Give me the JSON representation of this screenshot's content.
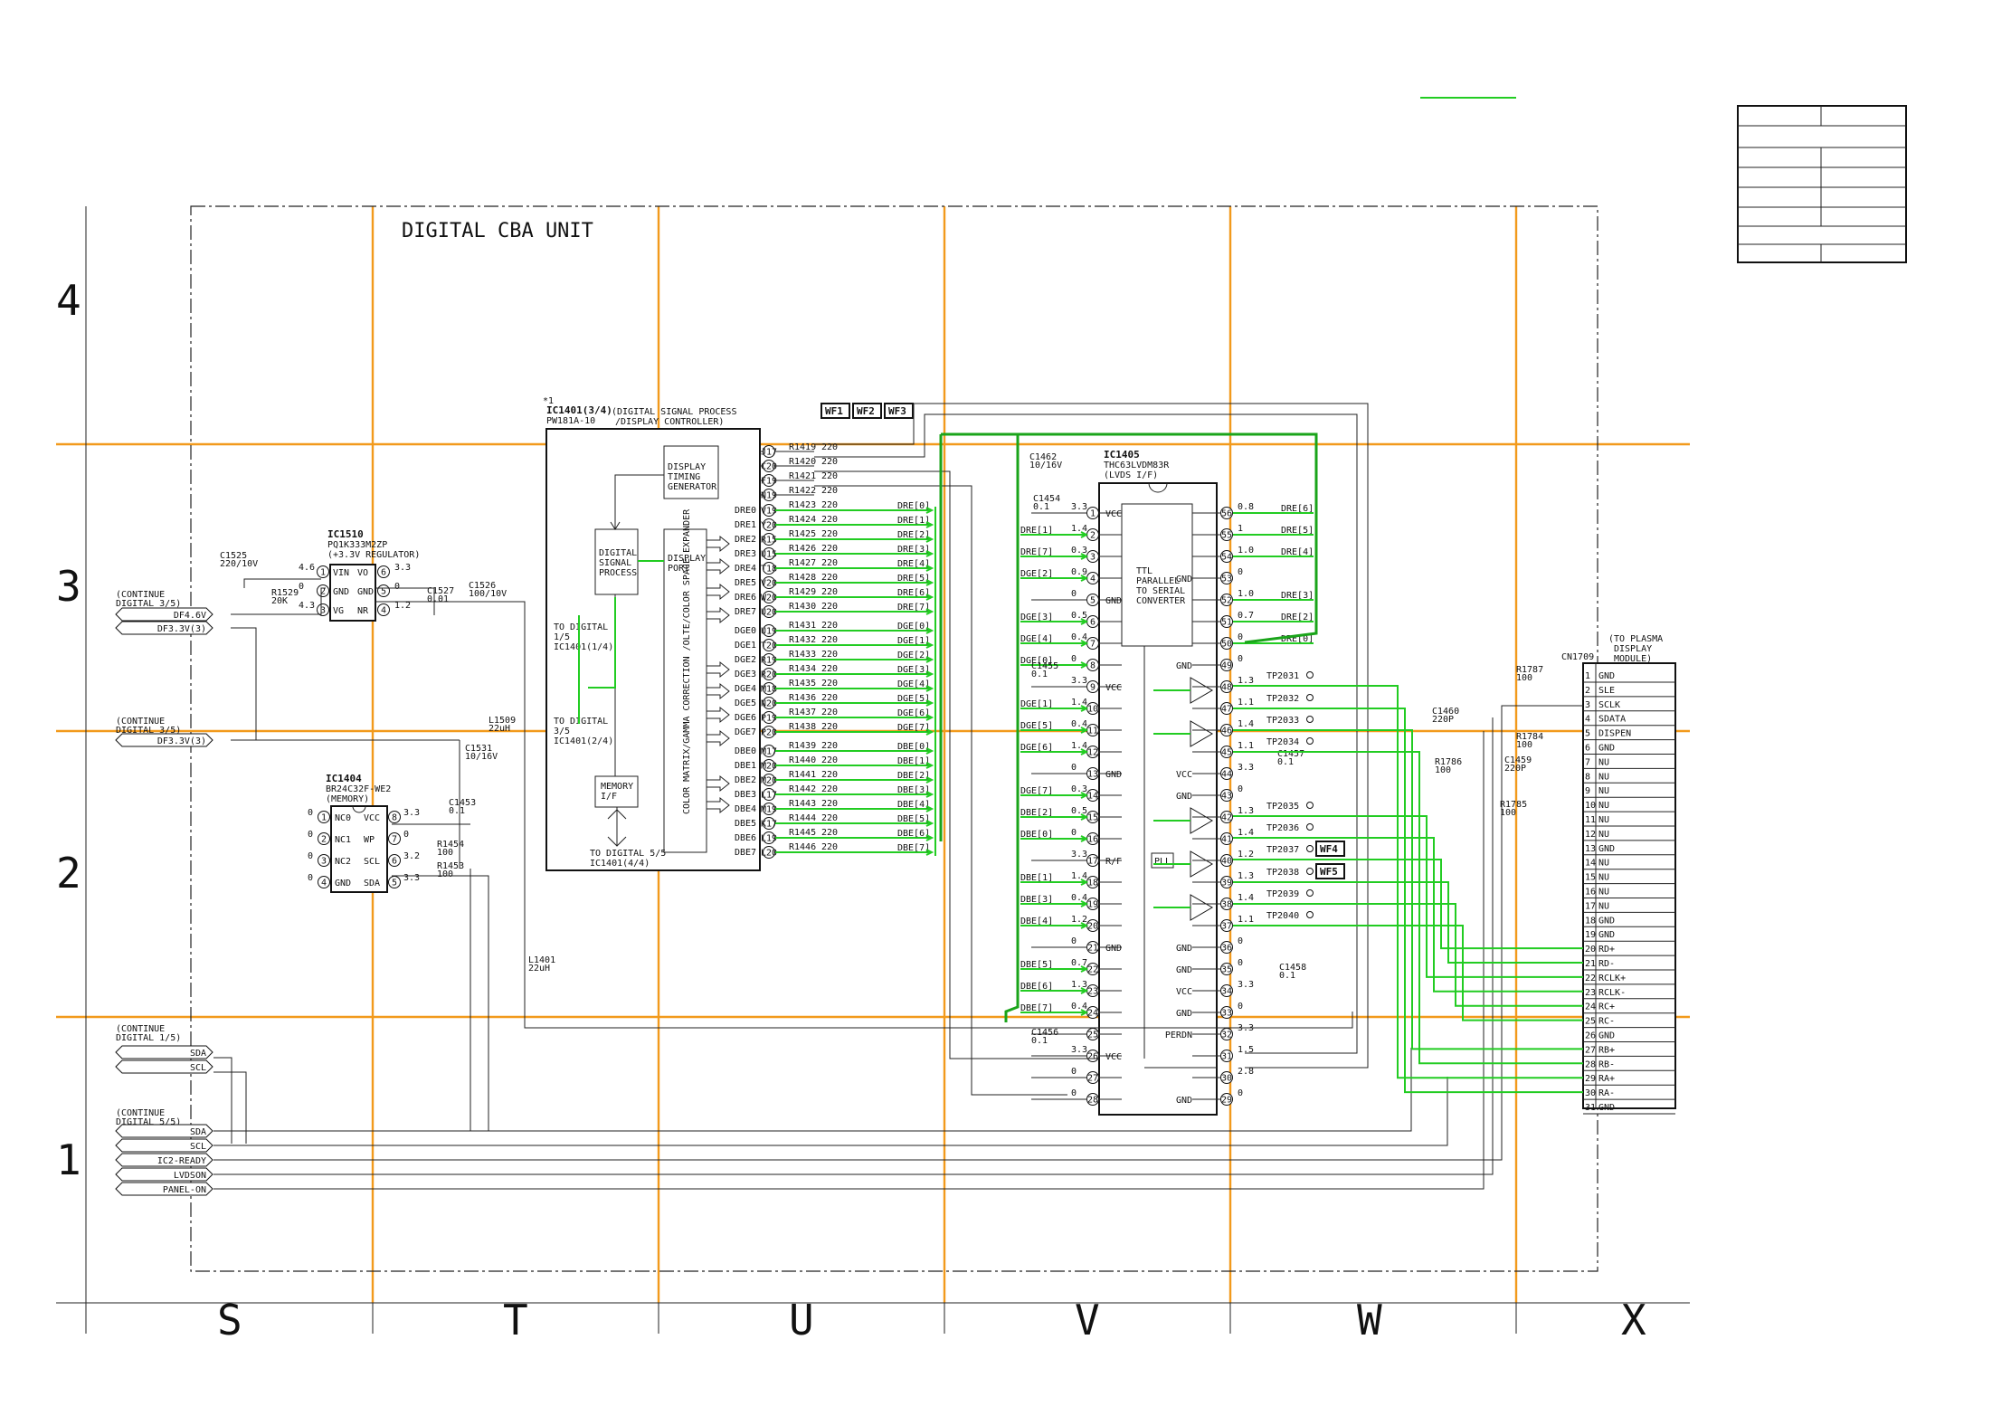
{
  "title": "DIGITAL CBA UNIT",
  "grid": {
    "rows": [
      "4",
      "3",
      "2",
      "1"
    ],
    "cols": [
      "S",
      "T",
      "U",
      "V",
      "W",
      "X"
    ]
  },
  "ic1510": {
    "ref": "IC1510",
    "part": "PQ1K333M2ZP",
    "func": "(+3.3V REGULATOR)",
    "pins": [
      {
        "n": "1",
        "name": "VIN",
        "v": "4.6"
      },
      {
        "n": "2",
        "name": "GND",
        "v": "0"
      },
      {
        "n": "3",
        "name": "VG",
        "v": "4.3"
      },
      {
        "n": "6",
        "name": "VO",
        "v": "3.3"
      },
      {
        "n": "5",
        "name": "GND",
        "v": "0"
      },
      {
        "n": "4",
        "name": "NR",
        "v": "1.2"
      }
    ]
  },
  "ic1404": {
    "ref": "IC1404",
    "part": "BR24C32F-WE2",
    "func": "(MEMORY)",
    "pins": [
      {
        "n": "1",
        "name": "NC0",
        "v": "0"
      },
      {
        "n": "2",
        "name": "NC1",
        "v": "0"
      },
      {
        "n": "3",
        "name": "NC2",
        "v": "0"
      },
      {
        "n": "4",
        "name": "GND",
        "v": "0"
      },
      {
        "n": "8",
        "name": "VCC",
        "v": "3.3"
      },
      {
        "n": "7",
        "name": "WP",
        "v": "0"
      },
      {
        "n": "6",
        "name": "SCL",
        "v": "3.2"
      },
      {
        "n": "5",
        "name": "SDA",
        "v": "3.3"
      }
    ]
  },
  "ic1401": {
    "ref": "IC1401(3/4)",
    "part": "PW181A-10",
    "func1": "(DIGITAL SIGNAL PROCESS",
    "func2": "/DISPLAY CONTROLLER)",
    "note": "*1",
    "blocks": {
      "dtg": [
        "DISPLAY",
        "TIMING",
        "GENERATOR"
      ],
      "dsp": [
        "DIGITAL",
        "SIGNAL",
        "PROCESS"
      ],
      "port": [
        "DISPLAY",
        "PORT"
      ],
      "mem": [
        "MEMORY",
        "I/F"
      ],
      "cm": "COLOR MATRIX/GAMMA CORRECTION /OLTE/COLOR SPACE EXPANDER"
    },
    "to1": [
      "TO DIGITAL",
      "1/5",
      "IC1401(1/4)"
    ],
    "to3": [
      "TO DIGITAL",
      "3/5",
      "IC1401(2/4)"
    ],
    "to5": [
      "TO DIGITAL 5/5",
      "IC1401(4/4)"
    ]
  },
  "timing_rows": [
    {
      "pin": "J17",
      "r": "R1419",
      "v": "220"
    },
    {
      "pin": "C20",
      "r": "R1420",
      "v": "220"
    },
    {
      "pin": "F19",
      "r": "R1421",
      "v": "220"
    },
    {
      "pin": "N19",
      "r": "R1422",
      "v": "220"
    }
  ],
  "dre_rows": [
    {
      "pin": "V19",
      "r": "R1423",
      "v": "220",
      "net": "DRE0",
      "out": "DRE[0]"
    },
    {
      "pin": "Y20",
      "r": "R1424",
      "v": "220",
      "net": "DRE1",
      "out": "DRE[1]"
    },
    {
      "pin": "R15",
      "r": "R1425",
      "v": "220",
      "net": "DRE2",
      "out": "DRE[2]"
    },
    {
      "pin": "U15",
      "r": "R1426",
      "v": "220",
      "net": "DRE3",
      "out": "DRE[3]"
    },
    {
      "pin": "T18",
      "r": "R1427",
      "v": "220",
      "net": "DRE4",
      "out": "DRE[4]"
    },
    {
      "pin": "V20",
      "r": "R1428",
      "v": "220",
      "net": "DRE5",
      "out": "DRE[5]"
    },
    {
      "pin": "W20",
      "r": "R1429",
      "v": "220",
      "net": "DRE6",
      "out": "DRE[6]"
    },
    {
      "pin": "U20",
      "r": "R1430",
      "v": "220",
      "net": "DRE7",
      "out": "DRE[7]"
    }
  ],
  "dge_rows": [
    {
      "pin": "U19",
      "r": "R1431",
      "v": "220",
      "net": "DGE0",
      "out": "DGE[0]"
    },
    {
      "pin": "T20",
      "r": "R1432",
      "v": "220",
      "net": "DGE1",
      "out": "DGE[1]"
    },
    {
      "pin": "R19",
      "r": "R1433",
      "v": "220",
      "net": "DGE2",
      "out": "DGE[2]"
    },
    {
      "pin": "R20",
      "r": "R1434",
      "v": "220",
      "net": "DGE3",
      "out": "DGE[3]"
    },
    {
      "pin": "M18",
      "r": "R1435",
      "v": "220",
      "net": "DGE4",
      "out": "DGE[4]"
    },
    {
      "pin": "N20",
      "r": "R1436",
      "v": "220",
      "net": "DGE5",
      "out": "DGE[5]"
    },
    {
      "pin": "P19",
      "r": "R1437",
      "v": "220",
      "net": "DGE6",
      "out": "DGE[6]"
    },
    {
      "pin": "P20",
      "r": "R1438",
      "v": "220",
      "net": "DGE7",
      "out": "DGE[7]"
    }
  ],
  "dbe_rows": [
    {
      "pin": "M17",
      "r": "R1439",
      "v": "220",
      "net": "DBE0",
      "out": "DBE[0]"
    },
    {
      "pin": "M20",
      "r": "R1440",
      "v": "220",
      "net": "DBE1",
      "out": "DBE[1]"
    },
    {
      "pin": "M20",
      "r": "R1441",
      "v": "220",
      "net": "DBE2",
      "out": "DBE[2]"
    },
    {
      "pin": "L17",
      "r": "R1442",
      "v": "220",
      "net": "DBE3",
      "out": "DBE[3]"
    },
    {
      "pin": "M19",
      "r": "R1443",
      "v": "220",
      "net": "DBE4",
      "out": "DBE[4]"
    },
    {
      "pin": "K17",
      "r": "R1444",
      "v": "220",
      "net": "DBE5",
      "out": "DBE[5]"
    },
    {
      "pin": "L19",
      "r": "R1445",
      "v": "220",
      "net": "DBE6",
      "out": "DBE[6]"
    },
    {
      "pin": "L20",
      "r": "R1446",
      "v": "220",
      "net": "DBE7",
      "out": "DBE[7]"
    }
  ],
  "ic1405": {
    "ref": "IC1405",
    "part": "THC63LVDM83R",
    "func": "(LVDS I/F)",
    "core": [
      "TTL",
      "PARALLEL",
      "TO SERIAL",
      "CONVERTER"
    ],
    "pll": "PLL"
  },
  "ic1405_left": [
    {
      "n": "1",
      "name": "VCC",
      "v": "3.3",
      "sig": ""
    },
    {
      "n": "2",
      "name": "",
      "v": "1.4",
      "sig": "DRE[1]"
    },
    {
      "n": "3",
      "name": "",
      "v": "0.3",
      "sig": "DRE[7]"
    },
    {
      "n": "4",
      "name": "",
      "v": "0.9",
      "sig": "DGE[2]"
    },
    {
      "n": "5",
      "name": "GND",
      "v": "0",
      "sig": ""
    },
    {
      "n": "6",
      "name": "",
      "v": "0.5",
      "sig": "DGE[3]"
    },
    {
      "n": "7",
      "name": "",
      "v": "0.4",
      "sig": "DGE[4]"
    },
    {
      "n": "8",
      "name": "",
      "v": "0",
      "sig": "DGE[0]"
    },
    {
      "n": "9",
      "name": "VCC",
      "v": "3.3",
      "sig": ""
    },
    {
      "n": "10",
      "name": "",
      "v": "1.4",
      "sig": "DGE[1]"
    },
    {
      "n": "11",
      "name": "",
      "v": "0.4",
      "sig": "DGE[5]"
    },
    {
      "n": "12",
      "name": "",
      "v": "1.4",
      "sig": "DGE[6]"
    },
    {
      "n": "13",
      "name": "GND",
      "v": "0",
      "sig": ""
    },
    {
      "n": "14",
      "name": "",
      "v": "0.3",
      "sig": "DGE[7]"
    },
    {
      "n": "15",
      "name": "",
      "v": "0.5",
      "sig": "DBE[2]"
    },
    {
      "n": "16",
      "name": "",
      "v": "0",
      "sig": "DBE[0]"
    },
    {
      "n": "17",
      "name": "R/F",
      "v": "3.3",
      "sig": ""
    },
    {
      "n": "18",
      "name": "",
      "v": "1.4",
      "sig": "DBE[1]"
    },
    {
      "n": "19",
      "name": "",
      "v": "0.4",
      "sig": "DBE[3]"
    },
    {
      "n": "20",
      "name": "",
      "v": "1.2",
      "sig": "DBE[4]"
    },
    {
      "n": "21",
      "name": "GND",
      "v": "0",
      "sig": ""
    },
    {
      "n": "22",
      "name": "",
      "v": "0.7",
      "sig": "DBE[5]"
    },
    {
      "n": "23",
      "name": "",
      "v": "1.3",
      "sig": "DBE[6]"
    },
    {
      "n": "24",
      "name": "",
      "v": "0.4",
      "sig": "DBE[7]"
    },
    {
      "n": "25",
      "name": "",
      "v": "",
      "sig": ""
    },
    {
      "n": "26",
      "name": "VCC",
      "v": "3.3",
      "sig": ""
    },
    {
      "n": "27",
      "name": "",
      "v": "0",
      "sig": ""
    },
    {
      "n": "28",
      "name": "",
      "v": "0",
      "sig": ""
    }
  ],
  "ic1405_right": [
    {
      "n": "56",
      "name": "",
      "v": "0.8",
      "sig": "DRE[6]"
    },
    {
      "n": "55",
      "name": "",
      "v": "1",
      "sig": "DRE[5]"
    },
    {
      "n": "54",
      "name": "",
      "v": "1.0",
      "sig": "DRE[4]"
    },
    {
      "n": "53",
      "name": "GND",
      "v": "0",
      "sig": ""
    },
    {
      "n": "52",
      "name": "",
      "v": "1.0",
      "sig": "DRE[3]"
    },
    {
      "n": "51",
      "name": "",
      "v": "0.7",
      "sig": "DRE[2]"
    },
    {
      "n": "50",
      "name": "",
      "v": "0",
      "sig": "DRE[0]"
    },
    {
      "n": "49",
      "name": "GND",
      "v": "0",
      "sig": ""
    },
    {
      "n": "48",
      "name": "",
      "v": "1.3",
      "sig": ""
    },
    {
      "n": "47",
      "name": "",
      "v": "1.1",
      "sig": ""
    },
    {
      "n": "46",
      "name": "",
      "v": "1.4",
      "sig": ""
    },
    {
      "n": "45",
      "name": "",
      "v": "1.1",
      "sig": ""
    },
    {
      "n": "44",
      "name": "VCC",
      "v": "3.3",
      "sig": ""
    },
    {
      "n": "43",
      "name": "GND",
      "v": "0",
      "sig": ""
    },
    {
      "n": "42",
      "name": "",
      "v": "1.3",
      "sig": ""
    },
    {
      "n": "41",
      "name": "",
      "v": "1.4",
      "sig": ""
    },
    {
      "n": "40",
      "name": "",
      "v": "1.2",
      "sig": ""
    },
    {
      "n": "39",
      "name": "",
      "v": "1.3",
      "sig": ""
    },
    {
      "n": "38",
      "name": "",
      "v": "1.4",
      "sig": ""
    },
    {
      "n": "37",
      "name": "",
      "v": "1.1",
      "sig": ""
    },
    {
      "n": "36",
      "name": "GND",
      "v": "0",
      "sig": ""
    },
    {
      "n": "35",
      "name": "GND",
      "v": "0",
      "sig": ""
    },
    {
      "n": "34",
      "name": "VCC",
      "v": "3.3",
      "sig": ""
    },
    {
      "n": "33",
      "name": "GND",
      "v": "0",
      "sig": ""
    },
    {
      "n": "32",
      "name": "PERDN",
      "v": "3.3",
      "sig": ""
    },
    {
      "n": "31",
      "name": "",
      "v": "1.5",
      "sig": ""
    },
    {
      "n": "30",
      "name": "",
      "v": "2.8",
      "sig": ""
    },
    {
      "n": "29",
      "name": "GND",
      "v": "0",
      "sig": ""
    }
  ],
  "testpoints": [
    "TP2031",
    "TP2032",
    "TP2033",
    "TP2034",
    "TP2035",
    "TP2036",
    "TP2037",
    "TP2038",
    "TP2039",
    "TP2040"
  ],
  "wf_tags": [
    "WF1",
    "WF2",
    "WF3",
    "WF4",
    "WF5"
  ],
  "cn1709": {
    "ref": "CN1709",
    "dest": [
      "(TO PLASMA",
      "DISPLAY",
      "MODULE)"
    ],
    "pins": [
      "GND",
      "SLE",
      "SCLK",
      "SDATA",
      "DISPEN",
      "GND",
      "NU",
      "NU",
      "NU",
      "NU",
      "NU",
      "NU",
      "GND",
      "NU",
      "NU",
      "NU",
      "NU",
      "GND",
      "GND",
      "RD+",
      "RD-",
      "RCLK+",
      "RCLK-",
      "RC+",
      "RC-",
      "GND",
      "RB+",
      "RB-",
      "RA+",
      "RA-",
      "GND"
    ]
  },
  "connectors": {
    "c35a": [
      "(CONTINUE",
      "DIGITAL 3/5)"
    ],
    "c35a_sig": [
      "DF4.6V",
      "DF3.3V(3)"
    ],
    "c35b": [
      "(CONTINUE",
      "DIGITAL 3/5)"
    ],
    "c35b_sig": [
      "DF3.3V(3)"
    ],
    "c15": [
      "(CONTINUE",
      "DIGITAL 1/5)"
    ],
    "c15_sig": [
      "SDA",
      "SCL"
    ],
    "c55": [
      "(CONTINUE",
      "DIGITAL 5/5)"
    ],
    "c55_sig": [
      "SDA",
      "SCL",
      "IC2-READY",
      "LVDSON",
      "PANEL-ON"
    ]
  },
  "parts": [
    {
      "ref": "C1525",
      "v": "220/10V"
    },
    {
      "ref": "R1529",
      "v": "20K"
    },
    {
      "ref": "C1527",
      "v": "0.01"
    },
    {
      "ref": "C1526",
      "v": "100/10V"
    },
    {
      "ref": "L1509",
      "v": "22uH"
    },
    {
      "ref": "C1531",
      "v": "10/16V"
    },
    {
      "ref": "C1453",
      "v": "0.1"
    },
    {
      "ref": "R1454",
      "v": "100"
    },
    {
      "ref": "R1453",
      "v": "100"
    },
    {
      "ref": "L1401",
      "v": "22uH"
    },
    {
      "ref": "C1462",
      "v": "10/16V"
    },
    {
      "ref": "C1454",
      "v": "0.1"
    },
    {
      "ref": "C1455",
      "v": "0.1"
    },
    {
      "ref": "C1456",
      "v": "0.1"
    },
    {
      "ref": "C1457",
      "v": "0.1"
    },
    {
      "ref": "C1458",
      "v": "0.1"
    },
    {
      "ref": "R1787",
      "v": "100"
    },
    {
      "ref": "C1460",
      "v": "220P"
    },
    {
      "ref": "R1784",
      "v": "100"
    },
    {
      "ref": "R1786",
      "v": "100"
    },
    {
      "ref": "C1459",
      "v": "220P"
    },
    {
      "ref": "R1785",
      "v": "100"
    }
  ],
  "colors": {
    "grid": "#f29a1c",
    "signal": "#22cc22",
    "line": "#222222"
  }
}
